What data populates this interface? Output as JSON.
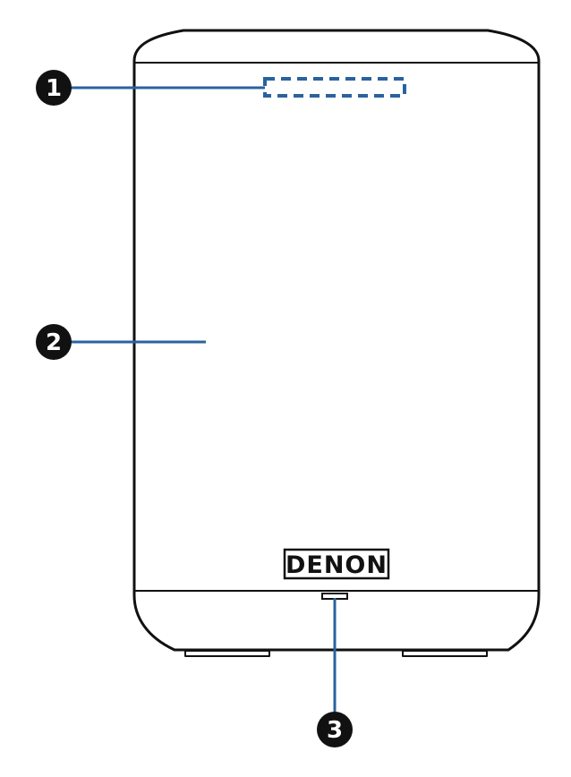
{
  "callouts": [
    {
      "number": "1",
      "target": "top-indicator-area"
    },
    {
      "number": "2",
      "target": "speaker-front-body"
    },
    {
      "number": "3",
      "target": "status-indicator"
    }
  ],
  "logo": {
    "text": "DENON"
  },
  "colors": {
    "outline": "#111111",
    "leader_line": "#2a62a0",
    "callout_fill": "#111111",
    "callout_text": "#ffffff"
  }
}
